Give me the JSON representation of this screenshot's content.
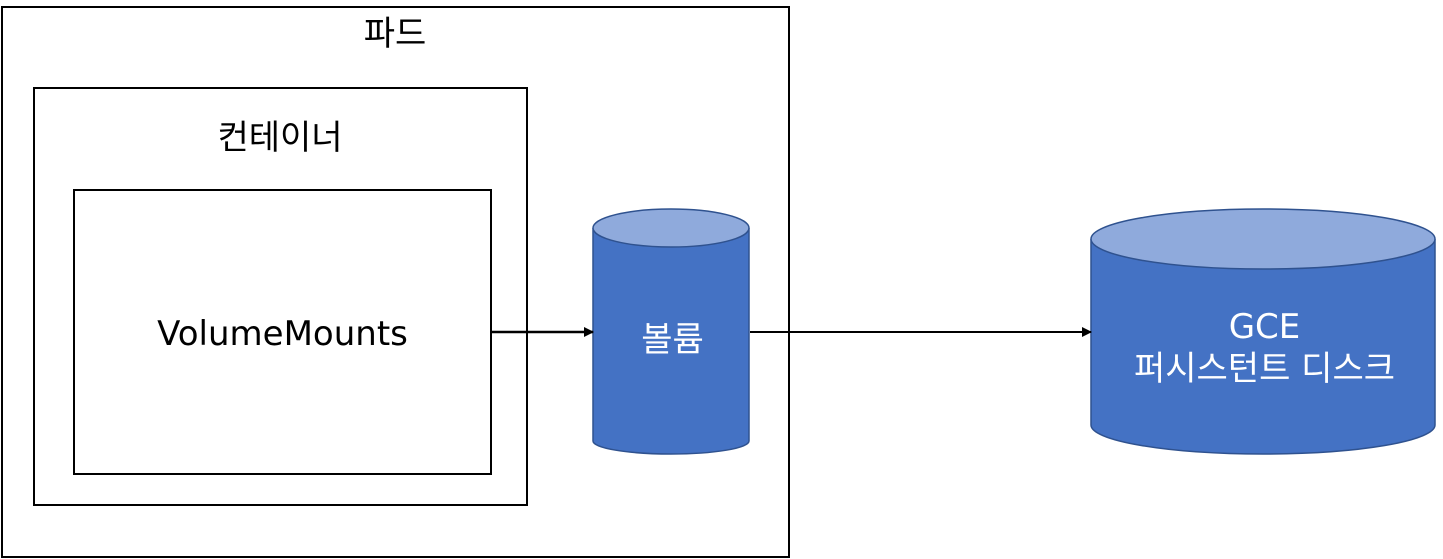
{
  "pod": {
    "title": "파드"
  },
  "container": {
    "title": "컨테이너"
  },
  "volume_mounts": {
    "label": "VolumeMounts"
  },
  "volume": {
    "label": "볼륨"
  },
  "gce_disk": {
    "line1": "GCE",
    "line2": "퍼시스턴트 디스크"
  },
  "colors": {
    "cylinder_body": "#4472C4",
    "cylinder_top": "#8FAADC",
    "cylinder_stroke": "#2F528F",
    "border": "#000000",
    "background": "#FFFFFF"
  }
}
